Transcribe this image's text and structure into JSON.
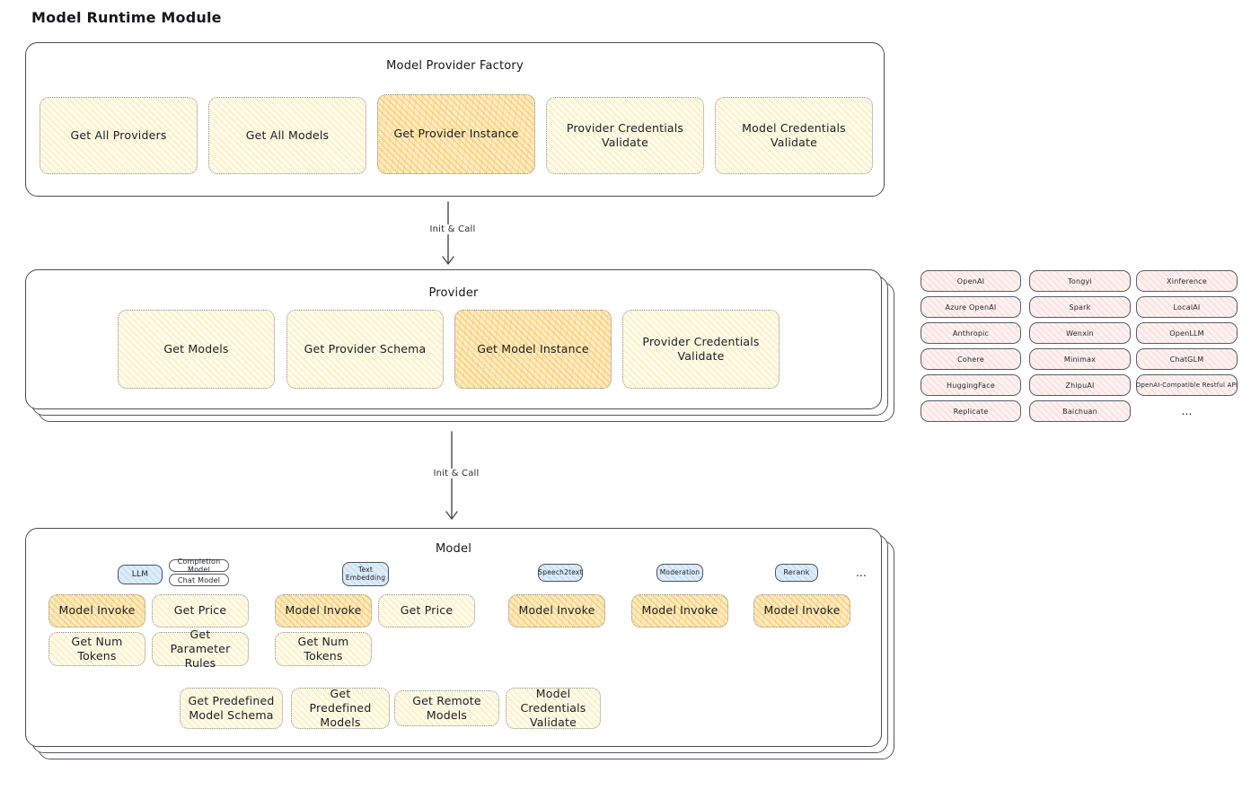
{
  "page_title": "Model Runtime Module",
  "colors": {
    "function_fill": "#fefae6",
    "function_highlight_fill": "#fcebbd",
    "highlight_hatch": "#f2ae3d",
    "provider_chip_fill": "#fdf1f0",
    "model_type_fill": "#ddecf9",
    "frame_border": "#4a4e54"
  },
  "connections": [
    {
      "label": "Init & Call"
    },
    {
      "label": "Init & Call"
    }
  ],
  "factory": {
    "title": "Model Provider Factory",
    "functions": [
      {
        "label": "Get All Providers",
        "highlighted": false
      },
      {
        "label": "Get All Models",
        "highlighted": false
      },
      {
        "label": "Get Provider Instance",
        "highlighted": true
      },
      {
        "label": "Provider Credentials Validate",
        "highlighted": false
      },
      {
        "label": "Model Credentials Validate",
        "highlighted": false
      }
    ]
  },
  "provider": {
    "title": "Provider",
    "functions": [
      {
        "label": "Get Models",
        "highlighted": false
      },
      {
        "label": "Get Provider Schema",
        "highlighted": false
      },
      {
        "label": "Get Model Instance",
        "highlighted": true
      },
      {
        "label": "Provider Credentials Validate",
        "highlighted": false
      }
    ]
  },
  "provider_list": {
    "rows": [
      [
        "OpenAI",
        "Tongyi",
        "Xinference"
      ],
      [
        "Azure OpenAI",
        "Spark",
        "LocalAI"
      ],
      [
        "Anthropic",
        "Wenxin",
        "OpenLLM"
      ],
      [
        "Cohere",
        "Minimax",
        "ChatGLM"
      ],
      [
        "HuggingFace",
        "ZhipuAI",
        "OpenAI-Compatible Restful API"
      ],
      [
        "Replicate",
        "Baichuan"
      ]
    ],
    "more": "..."
  },
  "model": {
    "title": "Model",
    "groups": [
      {
        "type": "LLM",
        "subtypes": [
          "Completion Model",
          "Chat Model"
        ],
        "functions": [
          {
            "label": "Model Invoke",
            "highlighted": true
          },
          {
            "label": "Get Price",
            "highlighted": false
          },
          {
            "label": "Get Num Tokens",
            "highlighted": false
          },
          {
            "label": "Get Parameter Rules",
            "highlighted": false
          }
        ]
      },
      {
        "type": "Text Embedding",
        "functions": [
          {
            "label": "Model Invoke",
            "highlighted": true
          },
          {
            "label": "Get Price",
            "highlighted": false
          },
          {
            "label": "Get Num Tokens",
            "highlighted": false
          }
        ]
      },
      {
        "type": "Speech2text",
        "functions": [
          {
            "label": "Model Invoke",
            "highlighted": true
          }
        ]
      },
      {
        "type": "Moderation",
        "functions": [
          {
            "label": "Model Invoke",
            "highlighted": true
          }
        ]
      },
      {
        "type": "Rerank",
        "functions": [
          {
            "label": "Model Invoke",
            "highlighted": true
          }
        ]
      }
    ],
    "more": "...",
    "shared_functions": [
      {
        "label": "Get Predefined Model Schema"
      },
      {
        "label": "Get Predefined Models"
      },
      {
        "label": "Get Remote Models"
      },
      {
        "label": "Model Credentials Validate"
      }
    ]
  }
}
